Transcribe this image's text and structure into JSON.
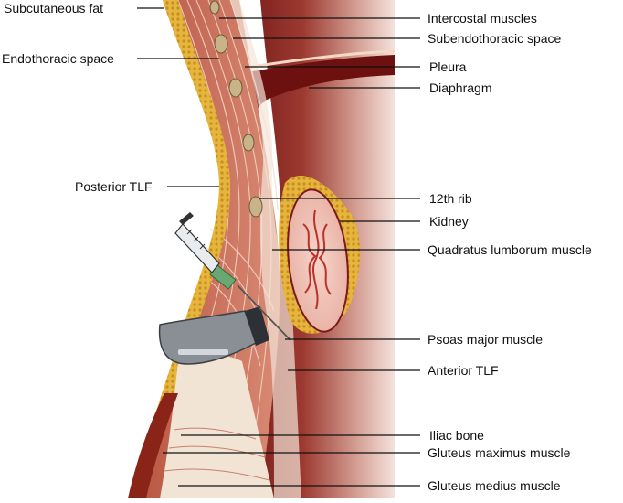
{
  "figure": {
    "labels_left": {
      "subcutaneous_fat": "Subcutaneous fat",
      "endothoracic_space": "Endothoracic space",
      "posterior_tlf": "Posterior TLF"
    },
    "labels_right": {
      "intercostal_muscles": "Intercostal muscles",
      "subendothoracic_space": "Subendothoracic space",
      "pleura": "Pleura",
      "diaphragm": "Diaphragm",
      "rib_12": "12th rib",
      "kidney": "Kidney",
      "quadratus_lumborum": "Quadratus lumborum muscle",
      "psoas_major": "Psoas major muscle",
      "anterior_tlf": "Anterior TLF",
      "iliac_bone": "Iliac bone",
      "gluteus_maximus": "Gluteus maximus muscle",
      "gluteus_medius": "Gluteus medius muscle"
    },
    "icons": [
      "needle-syringe-icon",
      "ultrasound-probe-icon"
    ],
    "colors": {
      "muscle_dark": "#7a1a1a",
      "muscle_mid": "#a53a2c",
      "fat": "#e3b23c",
      "fascia": "#f3e6d8",
      "kidney": "#f1c9bf",
      "probe": "#8a8f96",
      "needle_hub": "#6aa873"
    }
  }
}
